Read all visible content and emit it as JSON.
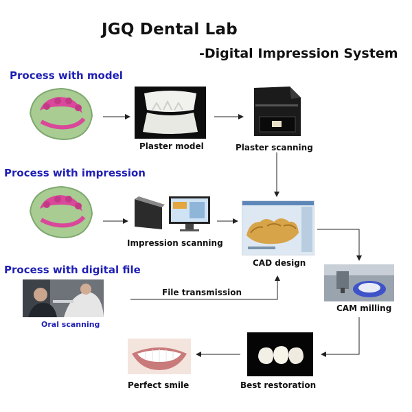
{
  "header": {
    "title": "JGQ Dental Lab",
    "subtitle": "-Digital Impression System"
  },
  "sections": {
    "model": "Process with model",
    "impression": "Process with impression",
    "digital": "Process with digital file"
  },
  "labels": {
    "plaster_model": "Plaster model",
    "plaster_scanning": "Plaster scanning",
    "impression_scanning": "Impression scanning",
    "cad_design": "CAD design",
    "file_transmission": "File transmission",
    "oral_scanning": "Oral scanning",
    "cam_milling": "CAM milling",
    "best_restoration": "Best restoration",
    "perfect_smile": "Perfect smile"
  },
  "colors": {
    "section_blue": "#1f1fb5",
    "impression_green": "#9ec58a",
    "impression_pink": "#e04a9a"
  }
}
